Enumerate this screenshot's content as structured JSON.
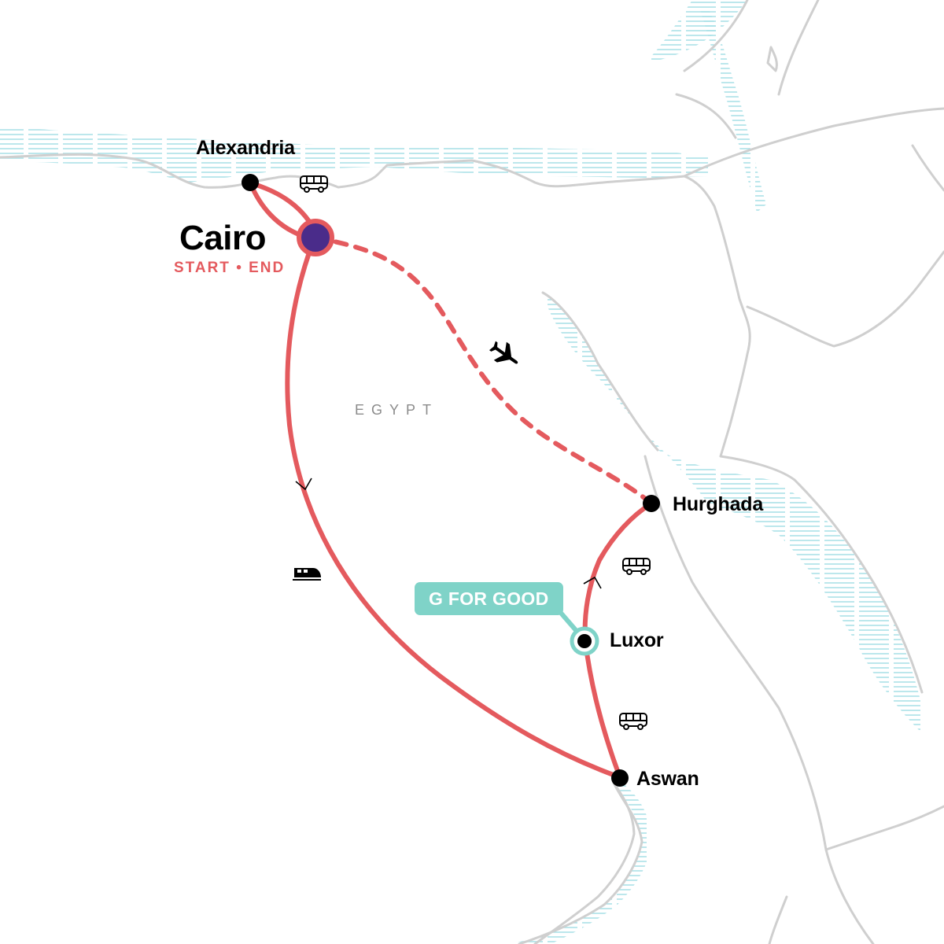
{
  "map": {
    "country": "EGYPT",
    "colors": {
      "route": "#e45a5e",
      "border": "#cfcfcf",
      "water_hatch": "#a5dfe6",
      "stop": "#000000",
      "start_end_marker": "#4a2c8a",
      "g_for_good": "#7fd3c8"
    },
    "cities": {
      "alexandria": "Alexandria",
      "cairo": "Cairo",
      "hurghada": "Hurghada",
      "luxor": "Luxor",
      "aswan": "Aswan"
    },
    "start_end_text": "START • END",
    "g_for_good_text": "G FOR GOOD",
    "legs": [
      {
        "from": "Cairo",
        "to": "Alexandria",
        "transport": "bus-icon"
      },
      {
        "from": "Cairo",
        "to": "Aswan",
        "transport": "train-icon"
      },
      {
        "from": "Aswan",
        "to": "Luxor",
        "transport": "bus-icon"
      },
      {
        "from": "Luxor",
        "to": "Hurghada",
        "transport": "bus-icon"
      },
      {
        "from": "Hurghada",
        "to": "Cairo",
        "transport": "plane-icon",
        "style": "dashed"
      }
    ]
  }
}
